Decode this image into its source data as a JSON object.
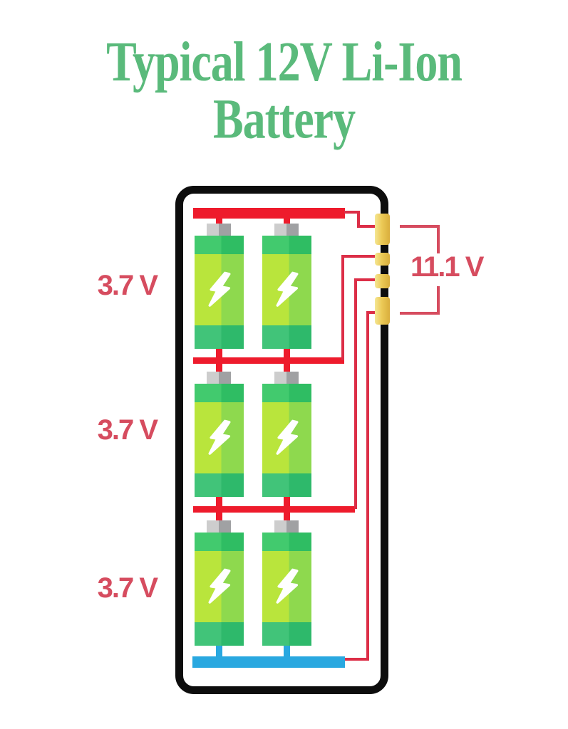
{
  "title": {
    "line1": "Typical 12V Li-Ion",
    "line2": "Battery"
  },
  "pack": {
    "rows": [
      {
        "voltage_label": "3.7 V"
      },
      {
        "voltage_label": "3.7 V"
      },
      {
        "voltage_label": "3.7 V"
      }
    ],
    "output_voltage_label": "11.1 V",
    "cells_per_row": 2,
    "connector_pins": 4
  },
  "colors": {
    "title-green": "#5aba7b",
    "wire-red": "#ee1b2c",
    "wire-crimson": "#dc2e47",
    "label-red": "#d64c5f",
    "bus-blue": "#29a8e0",
    "case-black": "#0d0d0d",
    "pin-yellow": "#ecca57",
    "pin-yellow-light": "#f5e794",
    "pin-yellow-dark": "#d9ae3c",
    "cap-gray-light": "#cdcdcd",
    "cap-gray-dark": "#a0a1a3",
    "cell-top-left": "#42ca6e",
    "cell-top-right": "#2fbd63",
    "cell-main-left": "#b9e53c",
    "cell-main-right": "#8ed94e",
    "cell-bot-left": "#41c479",
    "cell-bot-right": "#2eb96b",
    "bolt-white": "#ffffff"
  }
}
